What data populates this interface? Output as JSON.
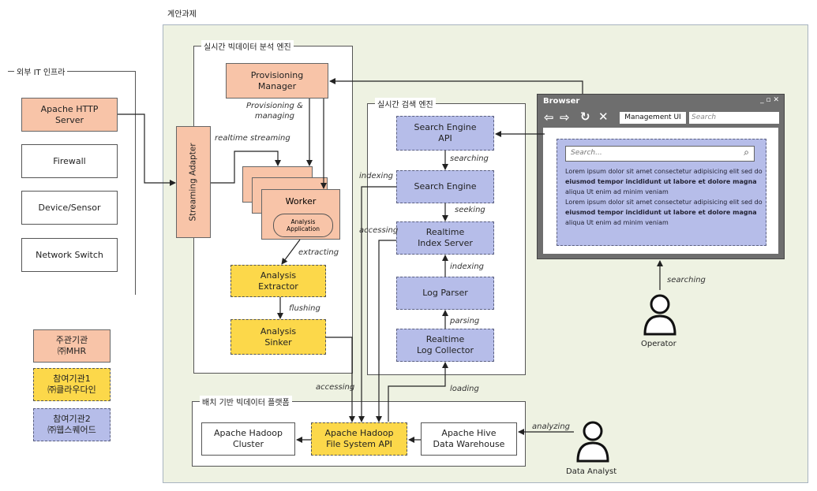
{
  "title": "계안과제",
  "panels": {
    "external": "외부 IT 인프라",
    "realtime_analysis": "실시간 빅데이터 분석 엔진",
    "realtime_search": "실시간 검색 엔진",
    "batch_platform": "배치 기반 빅데이터 플랫폼"
  },
  "external_items": [
    "Apache HTTP\nServer",
    "Firewall",
    "Device/Sensor",
    "Network Switch"
  ],
  "legend": {
    "host": "주관기관\n㈜MHR",
    "participant1": "참여기관1\n㈜클라우다인",
    "participant2": "참여기관2\n㈜웹스퀘어드"
  },
  "components": {
    "streaming_adapter": "Streaming Adapter",
    "provisioning_manager": "Provisioning\nManager",
    "worker": "Worker",
    "analysis_application": "Analysis\nApplication",
    "analysis_extractor": "Analysis\nExtractor",
    "analysis_sinker": "Analysis\nSinker",
    "search_engine_api": "Search Engine\nAPI",
    "search_engine": "Search Engine",
    "realtime_index_server": "Realtime\nIndex Server",
    "log_parser": "Log Parser",
    "realtime_log_collector": "Realtime\nLog Collector",
    "hadoop_cluster": "Apache Hadoop\nCluster",
    "hadoop_fs_api": "Apache Hadoop\nFile System API",
    "hive": "Apache Hive\nData Warehouse"
  },
  "edge_labels": {
    "provisioning": "Provisioning &\nmanaging",
    "realtime_streaming": "realtime streaming",
    "extracting": "extracting",
    "flushing": "flushing",
    "searching1": "searching",
    "seeking": "seeking",
    "indexing_top": "indexing",
    "indexing_mid": "indexing",
    "parsing": "parsing",
    "accessing_side": "accessing",
    "accessing_bottom": "accessing",
    "loading": "loading",
    "analyzing": "analyzing",
    "searching_operator": "searching"
  },
  "browser": {
    "title": "Browser",
    "tab": "Management UI",
    "search_placeholder": "Search",
    "inner_search_placeholder": "Search...",
    "lorem_line1": "Lorem ipsum dolor sit amet consectetur adipisicing elit sed do",
    "lorem_line2": "eiusmod tempor incididunt ut labore et dolore magna",
    "lorem_line3": "aliqua Ut enim ad minim veniam"
  },
  "actors": {
    "operator": "Operator",
    "analyst": "Data Analyst"
  },
  "colors": {
    "background_panel": "#eef2e2",
    "orange": "#f8c4a8",
    "yellow": "#fcd84a",
    "blue": "#b6bde9",
    "browser_frame": "#6e6e6e"
  }
}
